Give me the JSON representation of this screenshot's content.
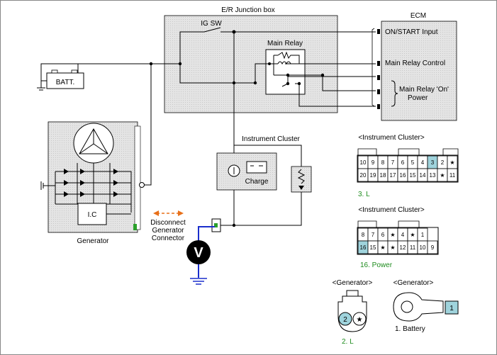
{
  "colors": {
    "box_fill": "#e6e6e6",
    "highlight_pin": "#9fd3dc",
    "probe_wire": "#1a2ecc",
    "arrow": "#e8701a",
    "caption_green": "#1e8c1e",
    "connector_green": "#2aa02a"
  },
  "junction_box": {
    "title": "E/R Junction box",
    "ig_sw": "IG SW",
    "main_relay": "Main Relay"
  },
  "ecm": {
    "title": "ECM",
    "on_start": "ON/START Input",
    "relay_control": "Main Relay Control",
    "relay_on_line1": "Main Relay 'On'",
    "relay_on_line2": "Power"
  },
  "battery": {
    "label": "BATT."
  },
  "generator": {
    "label": "Generator",
    "ic": "I.C"
  },
  "instrument_cluster": {
    "title": "Instrument Cluster",
    "charge": "Charge"
  },
  "disconnect": {
    "line1": "Disconnect",
    "line2": "Generator",
    "line3": "Connector"
  },
  "voltmeter": {
    "symbol": "V"
  },
  "connector1": {
    "title": "<Instrument Cluster>",
    "row1": [
      "10",
      "9",
      "8",
      "7",
      "6",
      "5",
      "4",
      "3",
      "2",
      "★"
    ],
    "row2": [
      "20",
      "19",
      "18",
      "17",
      "16",
      "15",
      "14",
      "13",
      "★",
      "11"
    ],
    "caption": "3. L"
  },
  "connector2": {
    "title": "<Instrument Cluster>",
    "row1": [
      "8",
      "7",
      "6",
      "★",
      "4",
      "★",
      "1"
    ],
    "row2": [
      "16",
      "15",
      "★",
      "★",
      "12",
      "11",
      "10",
      "9"
    ],
    "caption": "16. Power"
  },
  "gen_connector1": {
    "title": "<Generator>",
    "pin_a": "2",
    "pin_b": "★",
    "caption": "2. L"
  },
  "gen_connector2": {
    "title": "<Generator>",
    "pin": "1",
    "caption": "1. Battery"
  }
}
